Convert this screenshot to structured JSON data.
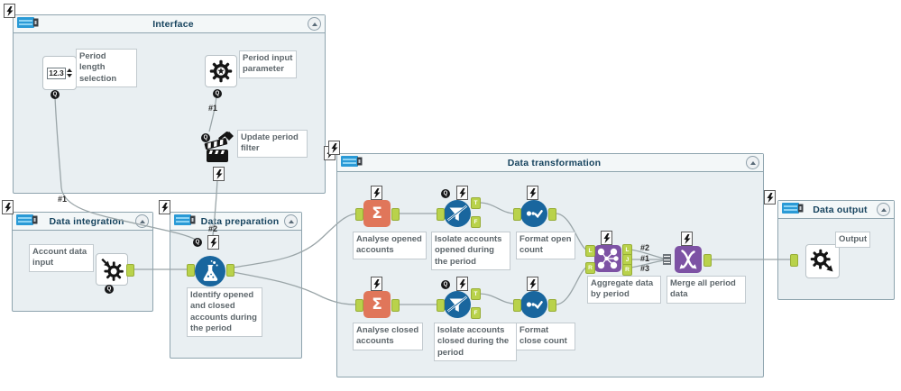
{
  "containers": {
    "interface": {
      "title": "Interface"
    },
    "data_integration": {
      "title": "Data integration"
    },
    "data_preparation": {
      "title": "Data preparation"
    },
    "data_transformation": {
      "title": "Data transformation"
    },
    "data_output": {
      "title": "Data output"
    }
  },
  "tools": {
    "period_length": {
      "label": "Period length selection",
      "value": "12.3"
    },
    "period_input": {
      "label": "Period input parameter"
    },
    "update_period_filter": {
      "label": "Update period filter"
    },
    "account_data_input": {
      "label": "Account data input"
    },
    "identify_accounts": {
      "label": "Identify opened and closed accounts during the period"
    },
    "analyse_opened": {
      "label": "Analyse opened accounts"
    },
    "isolate_opened": {
      "label": "Isolate accounts opened during the period"
    },
    "format_open": {
      "label": "Format open count"
    },
    "analyse_closed": {
      "label": "Analyse closed accounts"
    },
    "isolate_closed": {
      "label": "Isolate accounts closed during the period"
    },
    "format_close": {
      "label": "Format close count"
    },
    "aggregate": {
      "label": "Aggregate data by period"
    },
    "merge": {
      "label": "Merge all period data"
    },
    "output": {
      "label": "Output"
    }
  },
  "wire_labels": {
    "num_to_prep": "#1",
    "param_to_action": "#1",
    "action_to_prep": "#2",
    "join_l": "#2",
    "join_j": "#1",
    "join_r": "#3"
  },
  "anchors": {
    "q": "Q",
    "t": "T",
    "f": "F",
    "l": "L",
    "j": "J",
    "r": "R"
  },
  "colors": {
    "summarize_orange": "#e0765a",
    "tool_blue": "#19669e",
    "tool_purple": "#7d52a4",
    "anchor_green": "#b9d24b",
    "container_title": "#16435e",
    "container_fill": "#e9eff2"
  }
}
